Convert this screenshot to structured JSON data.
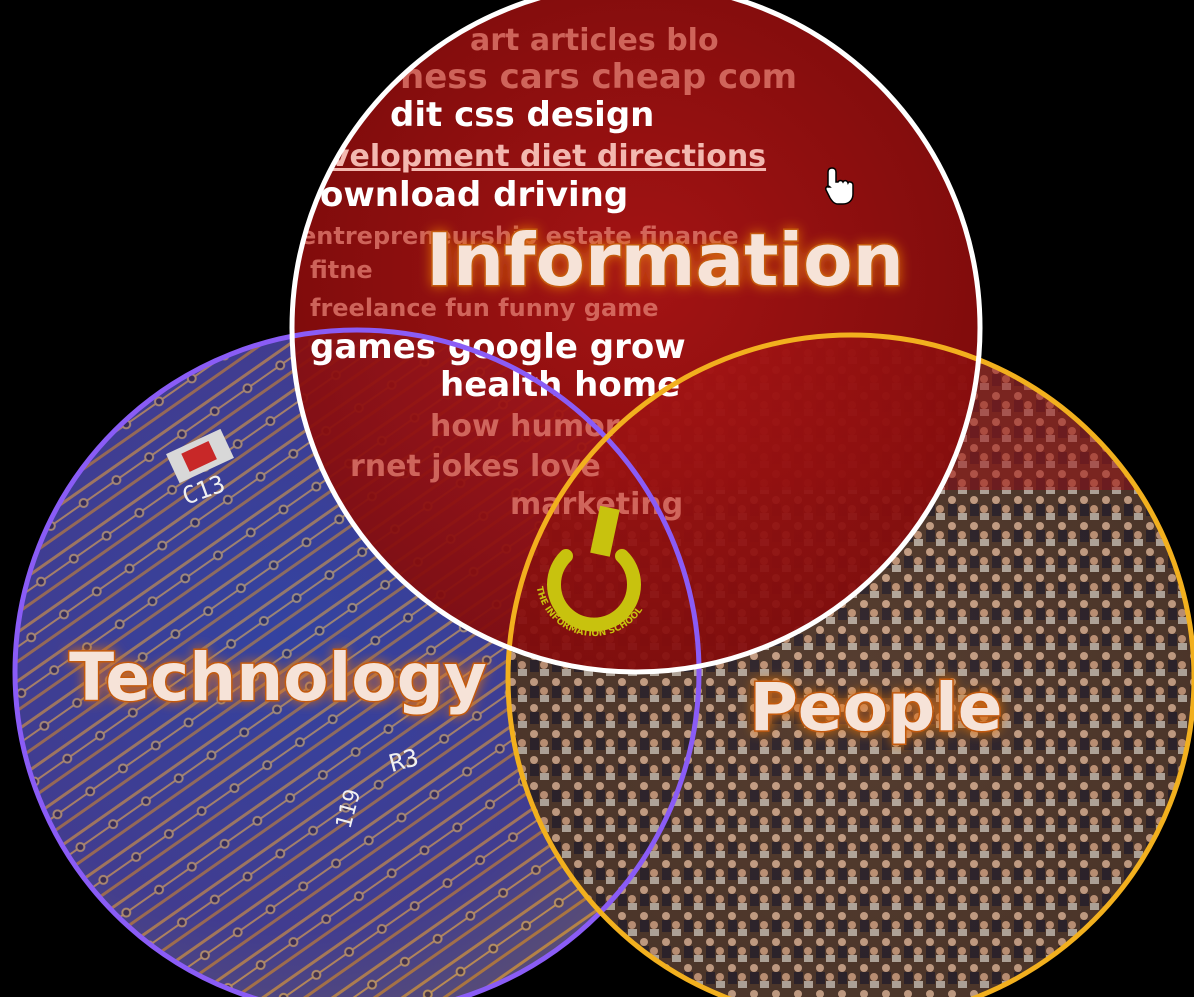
{
  "circles": {
    "information": {
      "label": "Information",
      "border_color": "#ffffff",
      "fill_color": "#9b0f0f"
    },
    "technology": {
      "label": "Technology",
      "border_color": "#8a5cf6",
      "fill_color": "#2a3f9c"
    },
    "people": {
      "label": "People",
      "border_color": "#f2b01e",
      "fill_color": "#6b4a3a"
    }
  },
  "word_cloud": [
    {
      "text": "art articles blo",
      "style": "dim"
    },
    {
      "text": "ness cars cheap com",
      "style": "dim"
    },
    {
      "text": "dit css design",
      "style": "bright"
    },
    {
      "text": "velopment diet directions",
      "style": "link"
    },
    {
      "text": "ownload driving",
      "style": "bright"
    },
    {
      "text": "entrepreneurship estate finance",
      "style": "dim"
    },
    {
      "text": "fitne",
      "style": "dim"
    },
    {
      "text": "freelance fun funny game",
      "style": "dim"
    },
    {
      "text": "games google grow",
      "style": "bright"
    },
    {
      "text": "health home",
      "style": "bright"
    },
    {
      "text": "how humor",
      "style": "dim"
    },
    {
      "text": "rnet jokes love",
      "style": "dim"
    },
    {
      "text": "marketing",
      "style": "dim"
    }
  ],
  "circuit_labels": {
    "c13": "C13",
    "r3": "R3",
    "n119": "119"
  },
  "center_logo": {
    "icon": "power-icon",
    "ring_text": "THE INFORMATION SCHOOL",
    "color": "#c8c20e"
  },
  "cursor": {
    "icon": "hand-pointer-icon"
  }
}
